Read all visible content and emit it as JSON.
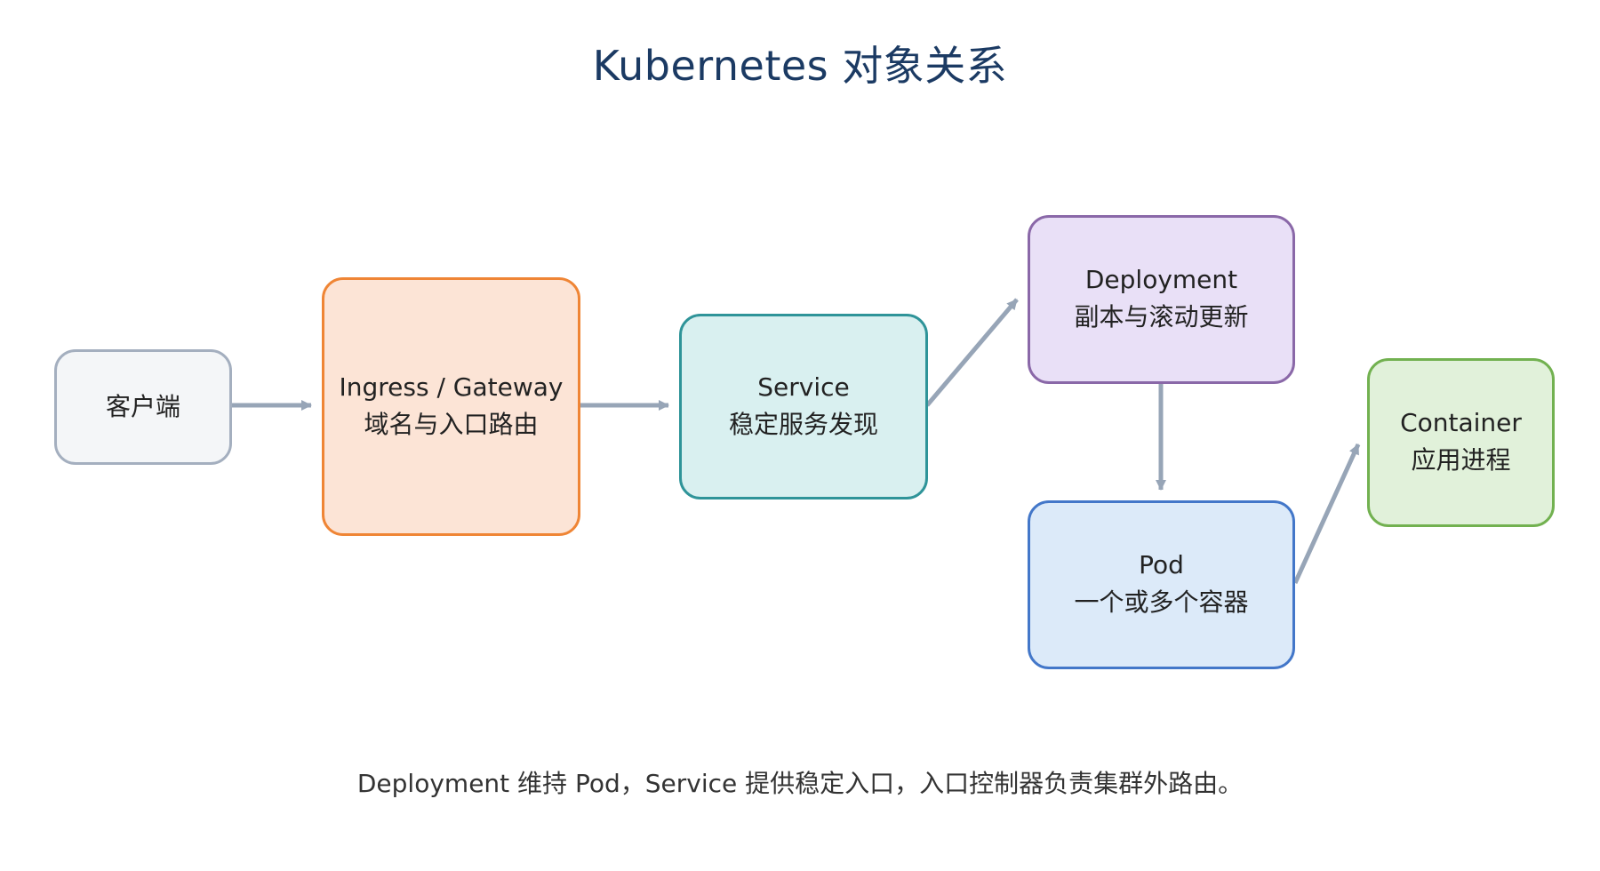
{
  "title": "Kubernetes 对象关系",
  "nodes": {
    "client": {
      "name": "客户端",
      "fill": "#f4f6f8",
      "stroke": "#a4afbf"
    },
    "ingress": {
      "name": "Ingress / Gateway",
      "desc": "域名与入口路由",
      "fill": "#fce4d6",
      "stroke": "#ef8535"
    },
    "service": {
      "name": "Service",
      "desc": "稳定服务发现",
      "fill": "#d9f0f0",
      "stroke": "#2f9499"
    },
    "deployment": {
      "name": "Deployment",
      "desc": "副本与滚动更新",
      "fill": "#e9e0f7",
      "stroke": "#8a68a8"
    },
    "pod": {
      "name": "Pod",
      "desc": "一个或多个容器",
      "fill": "#dceaf9",
      "stroke": "#4377c9"
    },
    "container": {
      "name": "Container",
      "desc": "应用进程",
      "fill": "#e1f1da",
      "stroke": "#72b150"
    }
  },
  "edges": [
    {
      "from": "client",
      "to": "ingress"
    },
    {
      "from": "ingress",
      "to": "service"
    },
    {
      "from": "service",
      "to": "deployment"
    },
    {
      "from": "deployment",
      "to": "pod"
    },
    {
      "from": "pod",
      "to": "container"
    }
  ],
  "arrow_color": "#97a5b7",
  "footer": "Deployment 维持 Pod，Service 提供稳定入口，入口控制器负责集群外路由。"
}
